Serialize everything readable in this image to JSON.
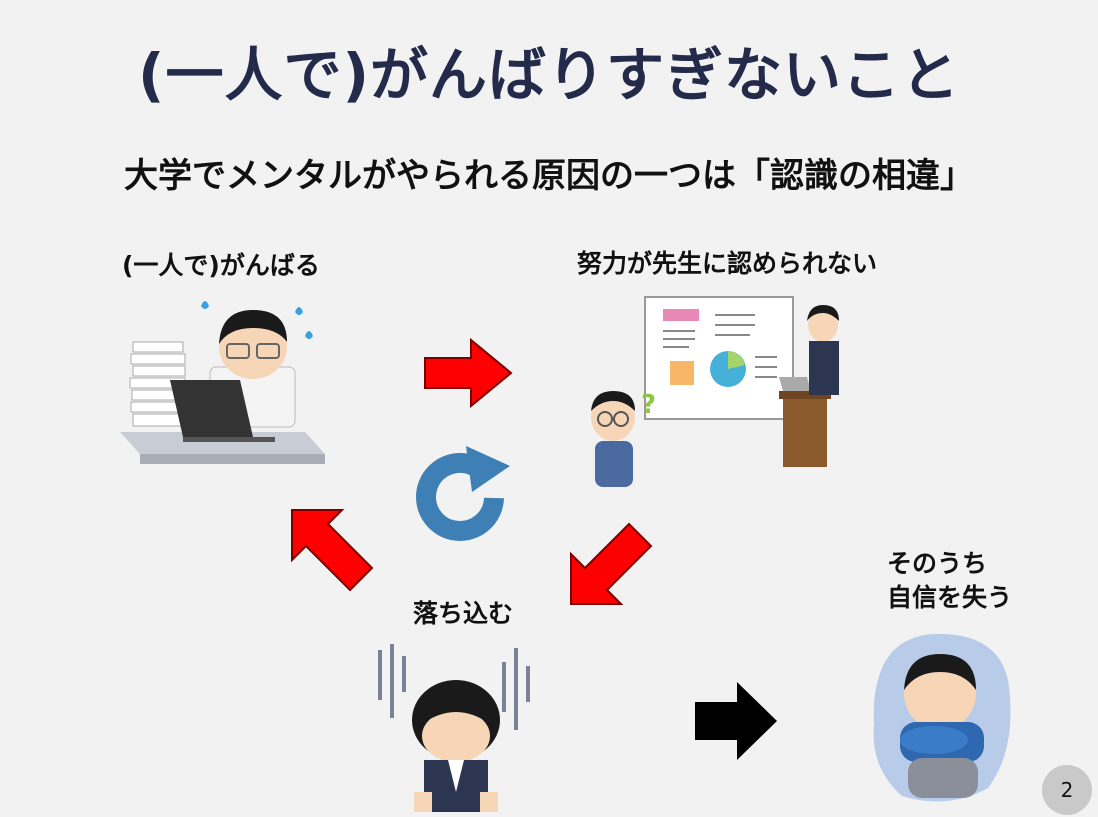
{
  "slide": {
    "title": "(一人で)がんばりすぎないこと",
    "subtitle": "大学でメンタルがやられる原因の一つは「認識の相違」",
    "page_number": "2"
  },
  "cycle": {
    "step1_label": "(一人で)がんばる",
    "step2_label": "努力が先生に認められない",
    "step3_label": "落ち込む"
  },
  "outcome": {
    "line1": "そのうち",
    "line2": "自信を失う"
  },
  "colors": {
    "title": "#232a4a",
    "arrow_cycle": "#ff0000",
    "arrow_outcome": "#000000",
    "cycle_icon": "#3e7fb5"
  }
}
